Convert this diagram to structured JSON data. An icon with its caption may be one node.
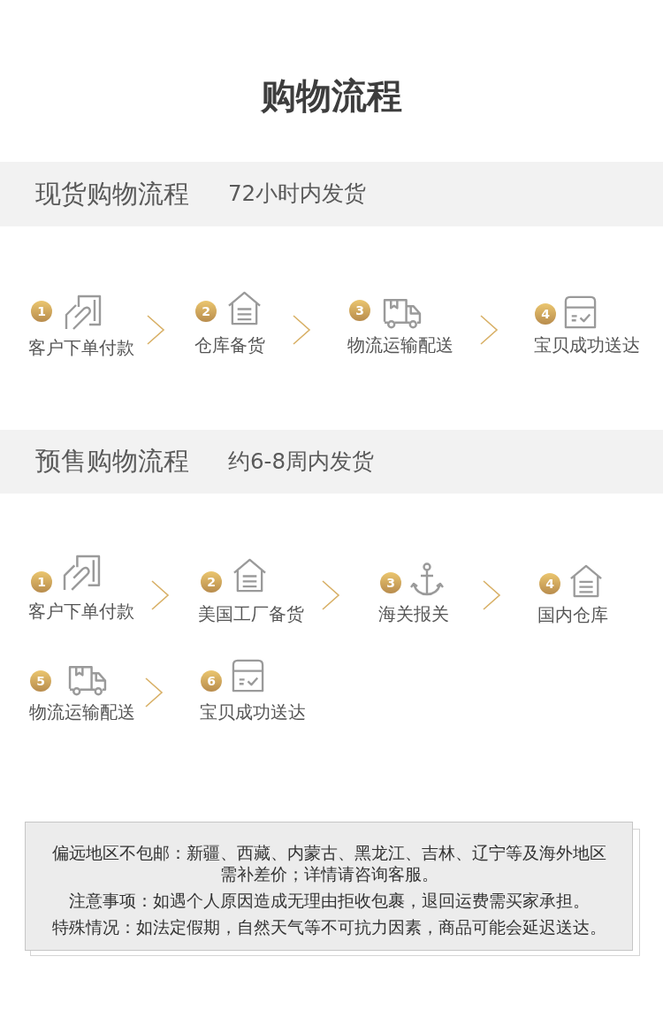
{
  "diagram": {
    "title": "购物流程",
    "nodes": [
      {
        "text": [
          "现货购物流程",
          "72小时内发货"
        ]
      },
      {
        "text": [
          "1",
          "客户下单付款"
        ]
      },
      {
        "text": [
          "2",
          "仓库备货"
        ]
      },
      {
        "text": [
          "3",
          "物流运输配送"
        ]
      },
      {
        "text": [
          "4",
          "宝贝成功送达"
        ]
      },
      {
        "text": [
          "预售购物流程",
          "约6-8周内发货"
        ]
      },
      {
        "text": [
          "1",
          "客户下单付款"
        ]
      },
      {
        "text": [
          "2",
          "美国工厂备货"
        ]
      },
      {
        "text": [
          "3",
          "海关报关"
        ]
      },
      {
        "text": [
          "4",
          "国内仓库"
        ]
      },
      {
        "text": [
          "5",
          "物流运输配送"
        ]
      },
      {
        "text": [
          "6",
          "宝贝成功送达"
        ]
      },
      {
        "text": [
          "偏远地区不包邮：新疆、西藏、内蒙古、黑龙江、吉林、辽宁等及海外地区需补差价；详情请咨询客服。",
          "注意事项：如遇个人原因造成无理由拒收包裹，退回运费需买家承担。",
          "特殊情况：如法定假期，自然天气等不可抗力因素，商品可能会延迟送达。"
        ]
      }
    ],
    "edges": [
      {
        "from": 1,
        "to": 2,
        "arrow": "to"
      },
      {
        "from": 2,
        "to": 3,
        "arrow": "to"
      },
      {
        "from": 3,
        "to": 4,
        "arrow": "to"
      },
      {
        "from": 6,
        "to": 7,
        "arrow": "to"
      },
      {
        "from": 7,
        "to": 8,
        "arrow": "to"
      },
      {
        "from": 8,
        "to": 9,
        "arrow": "to"
      },
      {
        "from": 10,
        "to": 11,
        "arrow": "to"
      }
    ]
  }
}
